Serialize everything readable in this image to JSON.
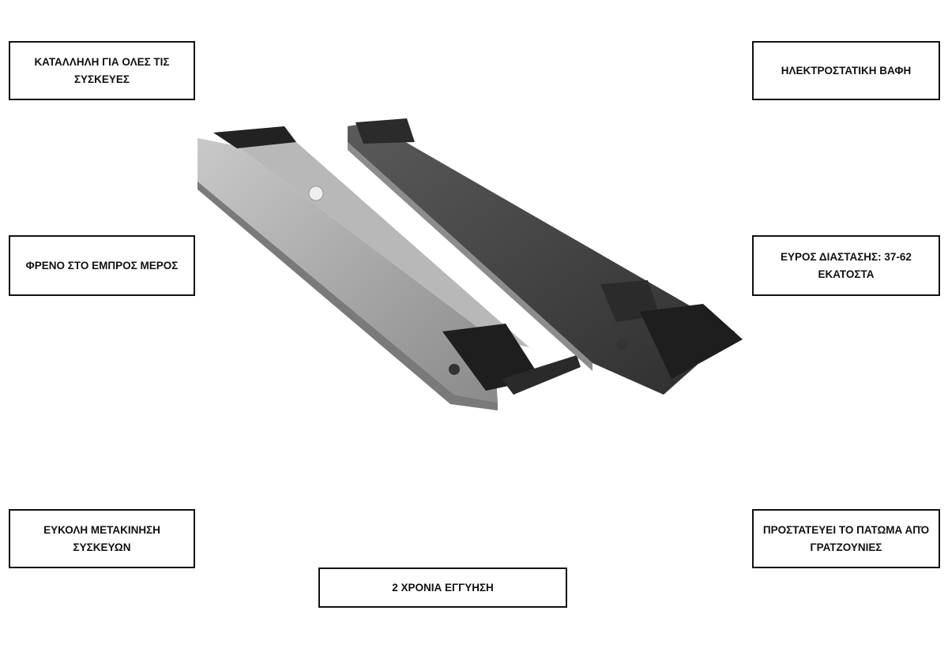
{
  "labels": {
    "top_left": "ΚΑΤΑΛΛΗΛΗ ΓΙΑ ΟΛΕΣ ΤΙΣ ΣΥΣΚΕΥΕΣ",
    "top_right": "ΗΛΕΚΤΡΟΣΤΑΤΙΚΗ ΒΑΦΗ",
    "middle_left": "ΦΡΕΝΟ ΣΤΟ ΕΜΠΡΟΣ ΜΕΡΟΣ",
    "middle_right": "ΕΥΡΟΣ ΔΙΑΣΤΑΣΗΣ: 37-62 ΕΚΑΤΟΣΤΑ",
    "bottom_left": "ΕΥΚΟΛΗ ΜΕΤΑΚΙΝΗΣΗ ΣΥΣΚΕΥΩΝ",
    "bottom_right": "ΠΡΟΣΤΑΤΕΥΕΙ ΤΟ ΠΑΤΩΜΑ ΑΠΌ ΓΡΑΤΖΟΥΝΙΕΣ",
    "bottom_center": "2 ΧΡΟΝΙΑ ΕΓΓΥΗΣΗ"
  }
}
